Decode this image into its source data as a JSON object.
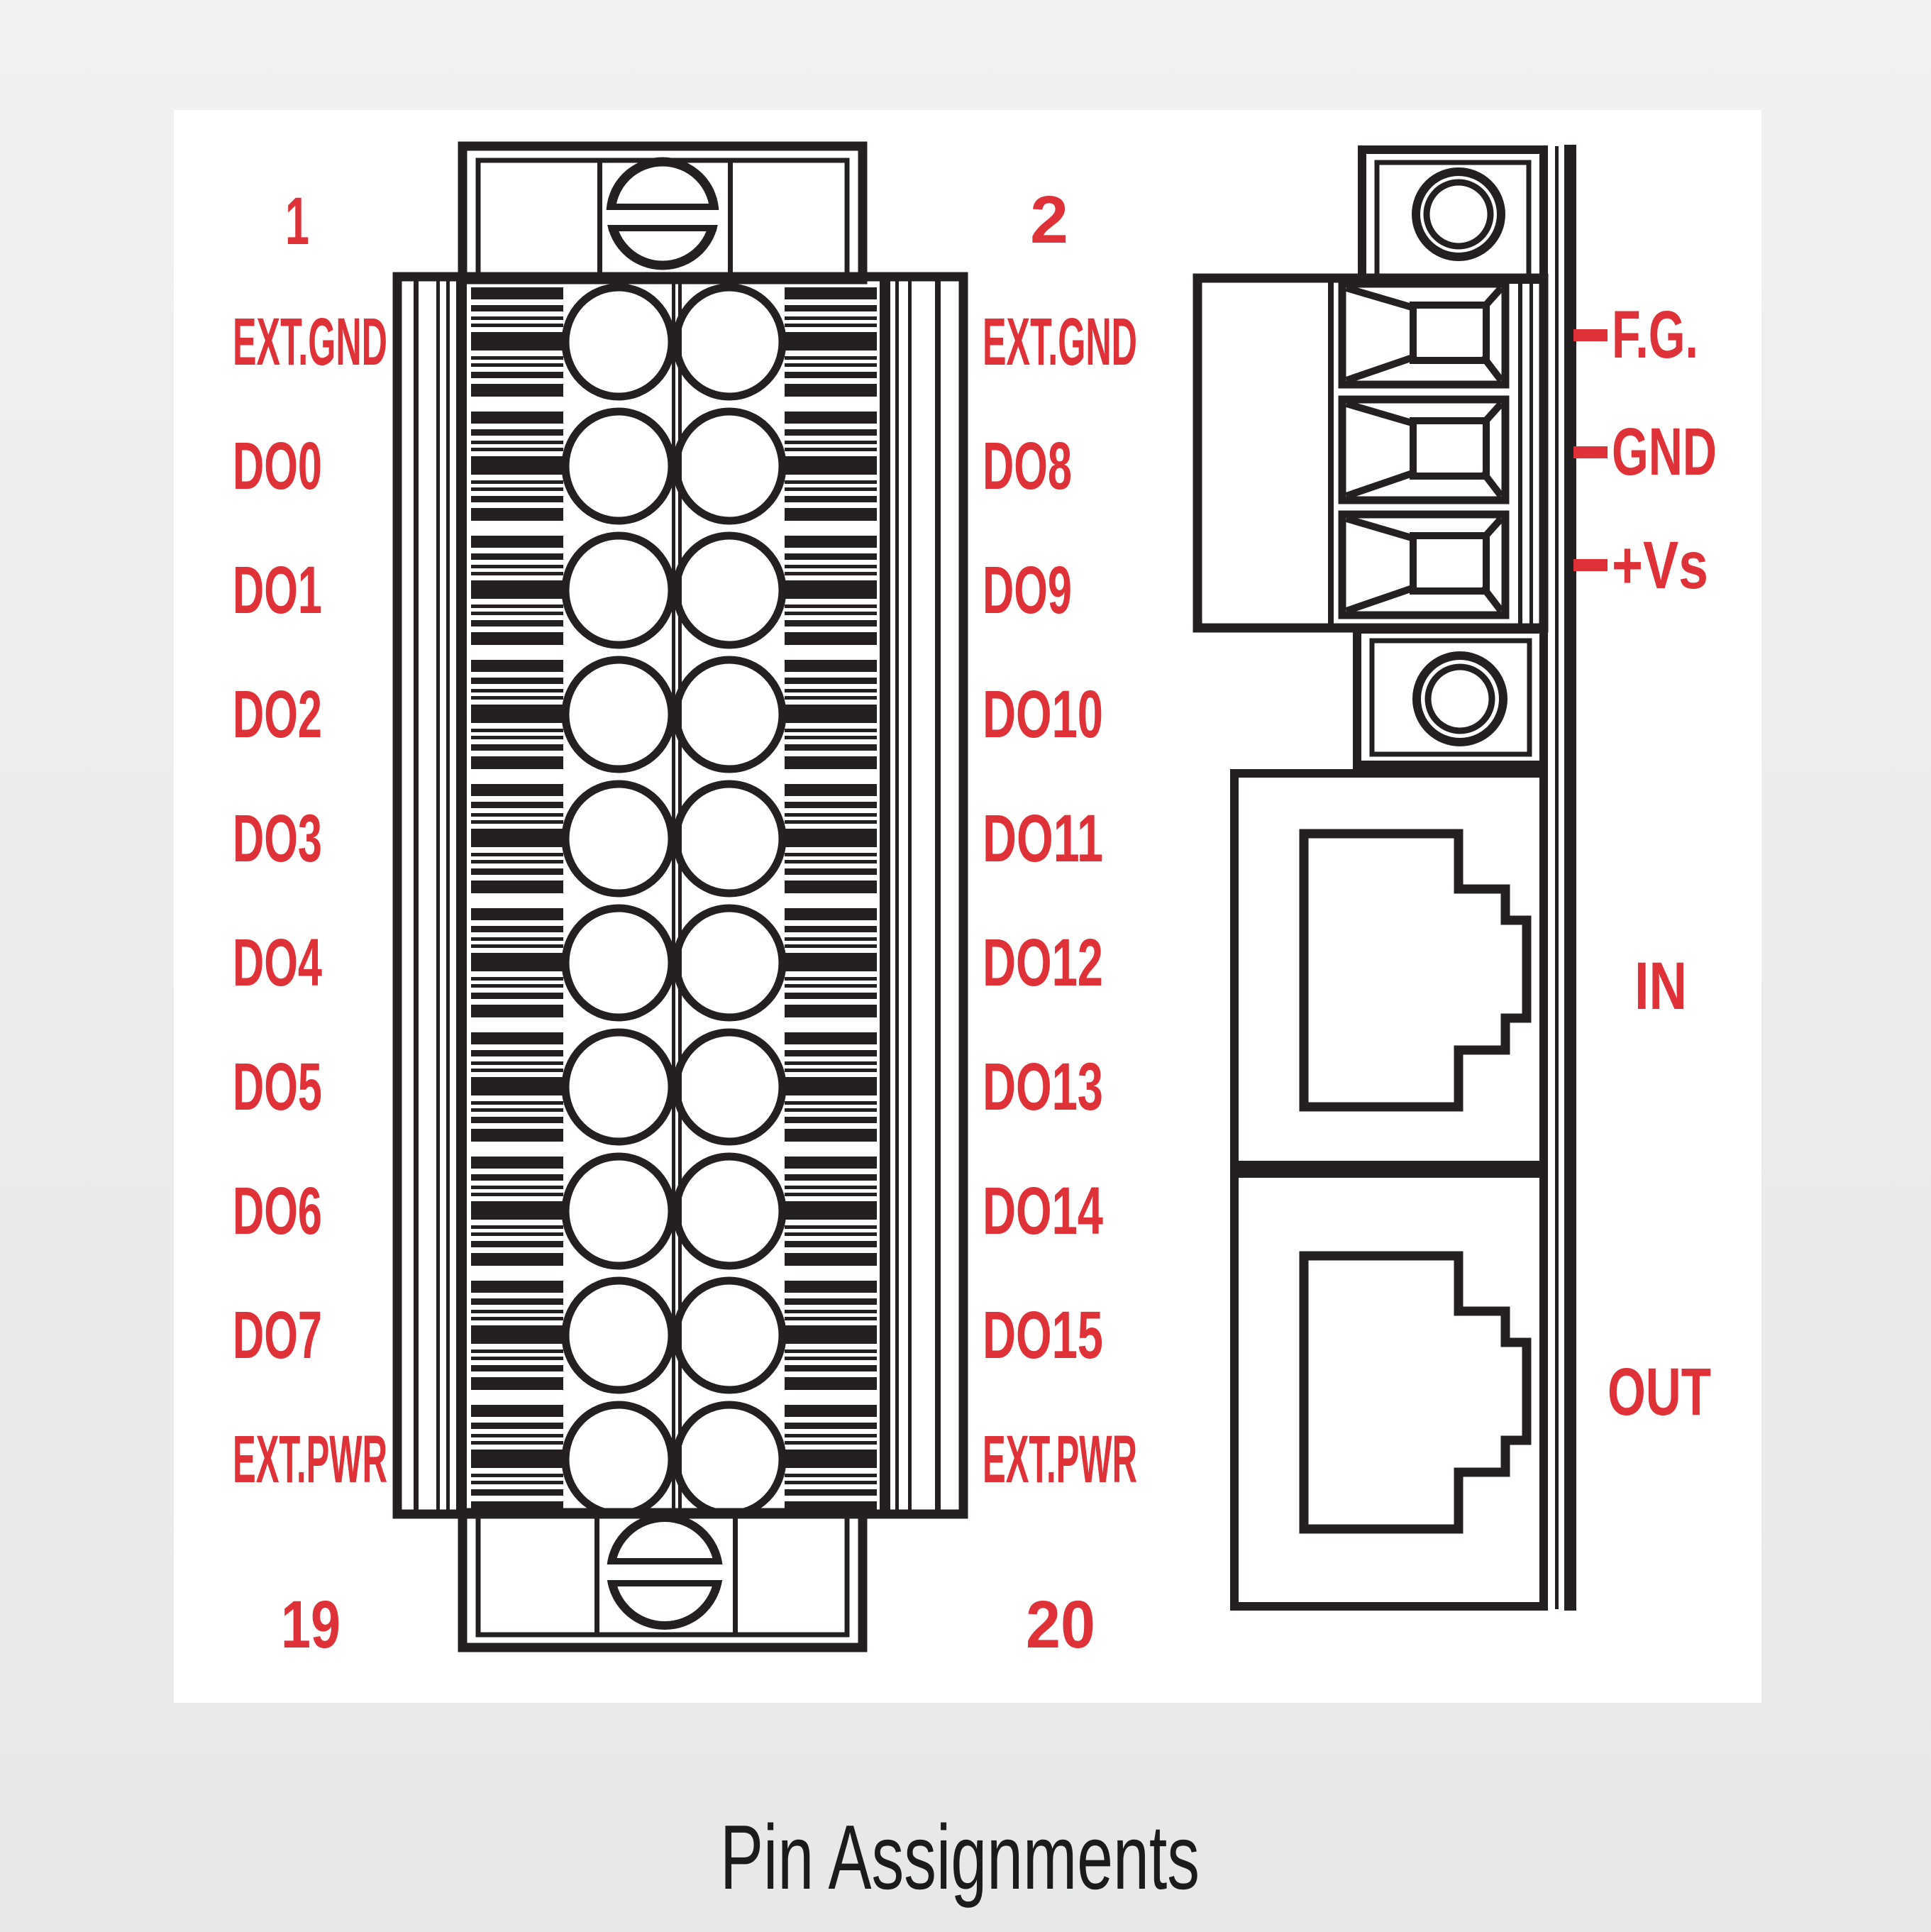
{
  "page": {
    "caption": "Pin Assignments",
    "background_color": "#eaebed",
    "card_color": "#ffffff",
    "line_color": "#242021",
    "accent_red": "#de3238"
  },
  "left_connector": {
    "description": "20-pin screw terminal block",
    "pin_numbers": {
      "top_left": "1",
      "top_right": "2",
      "bottom_left": "19",
      "bottom_right": "20"
    },
    "rows": [
      {
        "left_label": "EXT.GND",
        "right_label": "EXT.GND"
      },
      {
        "left_label": "DO0",
        "right_label": "DO8"
      },
      {
        "left_label": "DO1",
        "right_label": "DO9"
      },
      {
        "left_label": "DO2",
        "right_label": "DO10"
      },
      {
        "left_label": "DO3",
        "right_label": "DO11"
      },
      {
        "left_label": "DO4",
        "right_label": "DO12"
      },
      {
        "left_label": "DO5",
        "right_label": "DO13"
      },
      {
        "left_label": "DO6",
        "right_label": "DO14"
      },
      {
        "left_label": "DO7",
        "right_label": "DO15"
      },
      {
        "left_label": "EXT.PWR",
        "right_label": "EXT.PWR"
      }
    ]
  },
  "right_connector": {
    "description": "Power terminals and Ethernet ports on module edge",
    "power_terminals": [
      {
        "label": "F.G."
      },
      {
        "label": "GND"
      },
      {
        "label": "+Vs"
      }
    ],
    "ports": [
      {
        "label": "IN"
      },
      {
        "label": "OUT"
      }
    ]
  }
}
